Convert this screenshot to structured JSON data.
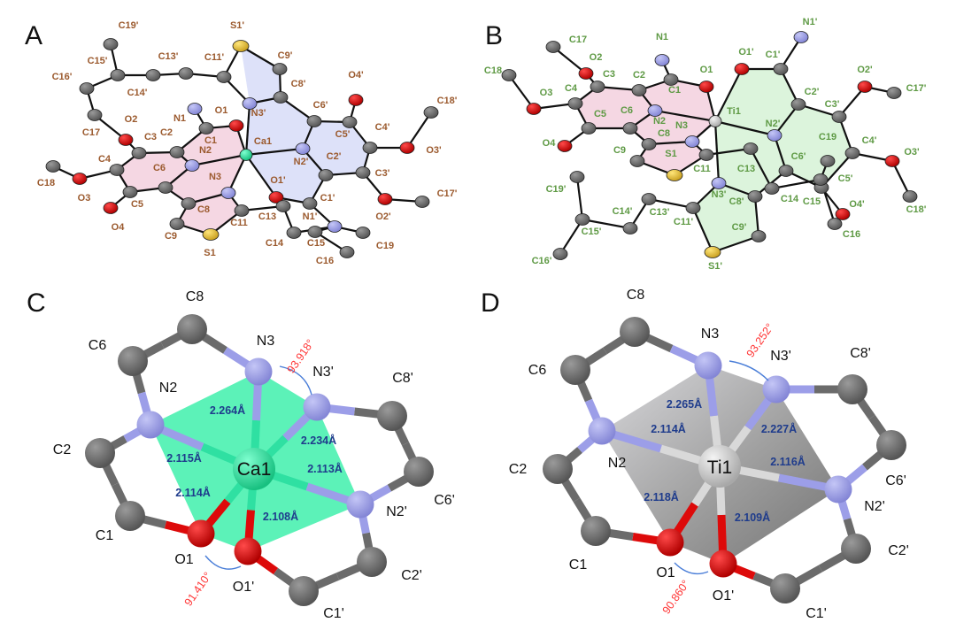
{
  "panels": [
    {
      "letter": "A",
      "atom_labels": [
        "C19'",
        "S1'",
        "C9'",
        "C13'",
        "C11'",
        "C15'",
        "C16'",
        "C14'",
        "C8'",
        "O4'",
        "C18'",
        "N1",
        "O1",
        "N3'",
        "C6'",
        "O2",
        "C17",
        "C3",
        "C2",
        "C1",
        "Ca1",
        "C4'",
        "C5'",
        "O3'",
        "N2",
        "N2'",
        "C2'",
        "C4",
        "C6",
        "C3'",
        "C18",
        "N3",
        "O1'",
        "O3",
        "C5",
        "C1'",
        "C17'",
        "O2'",
        "C8",
        "C13",
        "C11",
        "N1'",
        "O4",
        "C9",
        "C14",
        "C15",
        "C19",
        "S1",
        "C16"
      ]
    },
    {
      "letter": "B",
      "atom_labels": [
        "N1'",
        "C17",
        "N1",
        "O1'",
        "C1'",
        "O2",
        "C18",
        "C3",
        "C2",
        "O1",
        "O2'",
        "C17'",
        "C1",
        "C2'",
        "O3",
        "C4",
        "C3'",
        "C5",
        "C6",
        "Ti1",
        "N2",
        "N3",
        "N2'",
        "C8",
        "C19",
        "C4'",
        "O4",
        "C9",
        "S1",
        "O3'",
        "C6'",
        "C11",
        "C13",
        "C5'",
        "C19'",
        "N3'",
        "C8'",
        "C14",
        "C15",
        "O4'",
        "C14'",
        "C13'",
        "C15'",
        "C11'",
        "C9'",
        "C16",
        "C18'",
        "S1'",
        "C16'"
      ]
    },
    {
      "letter": "C",
      "atom_labels": [
        "C8",
        "C6",
        "N3",
        "N3'",
        "C8'",
        "N2",
        "C2",
        "Ca1",
        "C6'",
        "N2'",
        "C1",
        "O1",
        "O1'",
        "C2'",
        "C1'"
      ],
      "distances": [
        "2.264Å",
        "2.234Å",
        "2.115Å",
        "2.113Å",
        "2.114Å",
        "2.108Å"
      ],
      "angles": [
        "93.918°",
        "91.410°"
      ]
    },
    {
      "letter": "D",
      "atom_labels": [
        "C8",
        "C6",
        "N3",
        "N3'",
        "C8'",
        "N2",
        "C2",
        "Ti1",
        "C6'",
        "N2'",
        "C1",
        "O1",
        "O1'",
        "C2'",
        "C1'"
      ],
      "distances": [
        "2.265Å",
        "2.114Å",
        "2.227Å",
        "2.116Å",
        "2.118Å",
        "2.109Å"
      ],
      "angles": [
        "93.252°",
        "90.860°"
      ]
    }
  ],
  "colors": {
    "carbon": "#6b6b6b",
    "nitrogen": "#9c9ee8",
    "oxygen": "#dd0a0a",
    "sulfur": "#e2c23a",
    "calcium": "#2fe0a2",
    "titanium": "#d9d9d9",
    "ring_pink": "#f4d3e0",
    "ring_blue": "#d9def8",
    "ring_green": "#d8f3d8",
    "polyhedron_green": "#3ff0ac",
    "polyhedron_gray": "#9a9a9a",
    "label_brown": "#9b5a2e",
    "label_green": "#5f9a45",
    "distance_blue": "#1f3c8c",
    "angle_red": "#ff3535"
  }
}
